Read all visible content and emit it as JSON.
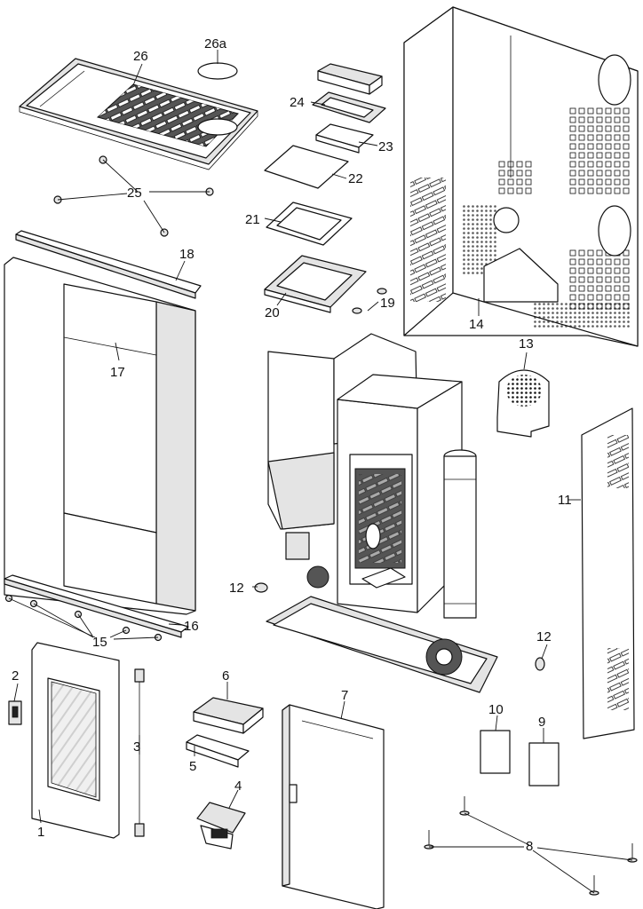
{
  "labels": [
    {
      "id": "1",
      "text": "1"
    },
    {
      "id": "2",
      "text": "2"
    },
    {
      "id": "3",
      "text": "3"
    },
    {
      "id": "4",
      "text": "4"
    },
    {
      "id": "5",
      "text": "5"
    },
    {
      "id": "6",
      "text": "6"
    },
    {
      "id": "7",
      "text": "7"
    },
    {
      "id": "8",
      "text": "8"
    },
    {
      "id": "9",
      "text": "9"
    },
    {
      "id": "10",
      "text": "10"
    },
    {
      "id": "11",
      "text": "11"
    },
    {
      "id": "12a",
      "text": "12"
    },
    {
      "id": "12b",
      "text": "12"
    },
    {
      "id": "13",
      "text": "13"
    },
    {
      "id": "14",
      "text": "14"
    },
    {
      "id": "15",
      "text": "15"
    },
    {
      "id": "16",
      "text": "16"
    },
    {
      "id": "17",
      "text": "17"
    },
    {
      "id": "18",
      "text": "18"
    },
    {
      "id": "19",
      "text": "19"
    },
    {
      "id": "20",
      "text": "20"
    },
    {
      "id": "21",
      "text": "21"
    },
    {
      "id": "22",
      "text": "22"
    },
    {
      "id": "23",
      "text": "23"
    },
    {
      "id": "24",
      "text": "24"
    },
    {
      "id": "25",
      "text": "25"
    },
    {
      "id": "26",
      "text": "26"
    },
    {
      "id": "26a",
      "text": "26a"
    }
  ]
}
